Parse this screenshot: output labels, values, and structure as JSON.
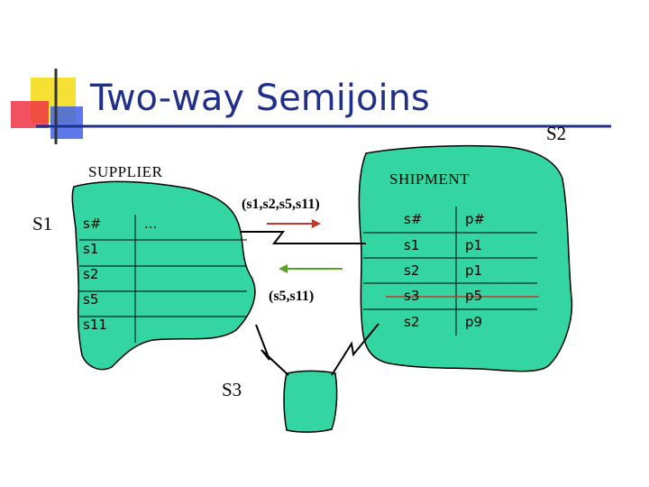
{
  "slide": {
    "title": "Two-way Semijoins",
    "colors": {
      "title": "#1f2f8a",
      "blob_fill": "#33d6a3",
      "outline": "#000000",
      "arrow_red": "#c0392b",
      "arrow_green": "#5aa02c",
      "logo_yellow": "#f7e034",
      "logo_red": "#ee3344",
      "logo_blue": "#4060e8"
    }
  },
  "sites": {
    "s1": "S1",
    "s2": "S2",
    "s3": "S3"
  },
  "supplier": {
    "title": "SUPPLIER",
    "columns": [
      "s#",
      "..."
    ],
    "rows": [
      "s1",
      "s2",
      "s5",
      "s11"
    ]
  },
  "shipment": {
    "title": "SHIPMENT",
    "columns": [
      "s#",
      "p#"
    ],
    "rows": [
      [
        "s1",
        "p1"
      ],
      [
        "s2",
        "p1"
      ],
      [
        "s3",
        "p5"
      ],
      [
        "s2",
        "p9"
      ]
    ],
    "struck_row": 2
  },
  "messages": {
    "to_s2": "(s1,s2,s5,s11)",
    "to_s1": "(s5,s11)"
  }
}
